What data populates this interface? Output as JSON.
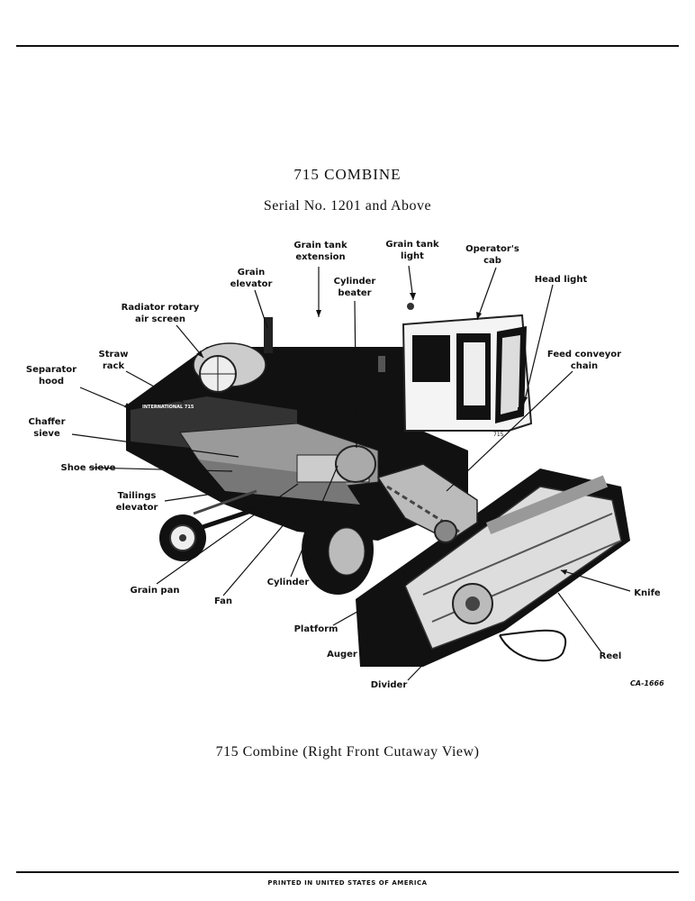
{
  "header": {
    "title": "715 COMBINE",
    "serial": "Serial No. 1201 and Above"
  },
  "figure": {
    "caption": "715 Combine (Right Front Cutaway View)",
    "code": "CA-1666",
    "labels": {
      "grain_tank_extension": "Grain tank\nextension",
      "grain_tank_light": "Grain tank\nlight",
      "operators_cab": "Operator's\ncab",
      "grain_elevator": "Grain\nelevator",
      "cylinder_beater": "Cylinder\nbeater",
      "head_light": "Head light",
      "radiator_rotary_air_screen": "Radiator rotary\nair screen",
      "straw_rack": "Straw\nrack",
      "separator_hood": "Separator\nhood",
      "feed_conveyor_chain": "Feed conveyor\nchain",
      "chaffer_sieve": "Chaffer\nsieve",
      "shoe_sieve": "Shoe sieve",
      "tailings_elevator": "Tailings\nelevator",
      "grain_pan": "Grain pan",
      "fan": "Fan",
      "cylinder": "Cylinder",
      "platform": "Platform",
      "auger": "Auger",
      "divider": "Divider",
      "knife": "Knife",
      "reel": "Reel"
    },
    "machine_badge": "INTERNATIONAL 715"
  },
  "footer": {
    "text": "PRINTED IN UNITED STATES OF AMERICA"
  }
}
